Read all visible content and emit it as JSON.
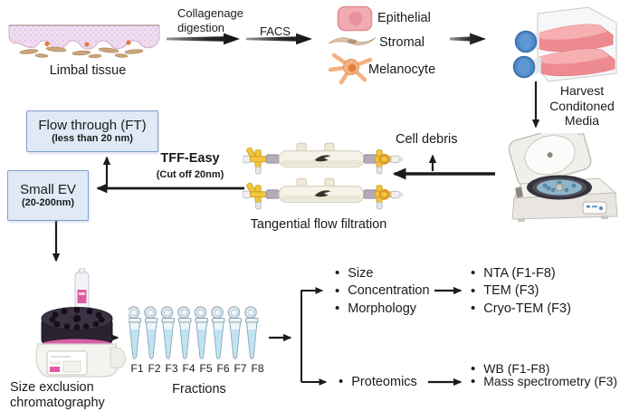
{
  "diagram": {
    "source": {
      "label": "Limbal tissue"
    },
    "steps": {
      "collagenage_line1": "Collagenage",
      "collagenage_line2": "digestion",
      "facs": "FACS"
    },
    "cells": {
      "epithelial": "Epithelial",
      "stromal": "Stromal",
      "melanocyte": "Melanocyte"
    },
    "harvest": {
      "line1": "Harvest",
      "line2": "Conditoned",
      "line3": "Media"
    },
    "tff": {
      "label": "Tangential flow filtration",
      "method": "TFF-Easy",
      "cutoff": "(Cut off 20nm)",
      "cell_debris": "Cell debris"
    },
    "outputs": {
      "flow_through_title": "Flow through (FT)",
      "flow_through_subtitle": "(less than 20 nm)",
      "small_ev_title": "Small EV",
      "small_ev_subtitle": "(20-200nm)"
    },
    "sec": {
      "line1": "Size exclusion",
      "line2": "chromatography"
    },
    "fractions": {
      "label": "Fractions",
      "ids": [
        "F1",
        "F2",
        "F3",
        "F4",
        "F5",
        "F6",
        "F7",
        "F8"
      ]
    },
    "analysis": {
      "properties": [
        "Size",
        "Concentration",
        "Morphology"
      ],
      "property_methods": [
        "NTA (F1-F8)",
        "TEM (F3)",
        "Cryo-TEM (F3)"
      ],
      "proteomics": "Proteomics",
      "proteomics_methods": [
        "WB (F1-F8)",
        "Mass spectrometry (F3)"
      ]
    }
  },
  "icons": {
    "bullet": "•"
  },
  "colors": {
    "arrow": "#1c1c1c",
    "box_fill": "#e0eaf6",
    "box_border": "#7f9fce",
    "tissue_pink": "#efdcef",
    "media_pink": "#ee8b90",
    "cap_blue": "#4d88c8",
    "stopcock_yellow": "#f2c53d",
    "tube_liquid": "#bfe3f2",
    "sec_accent_pink": "#d85fa6",
    "epithelial_pink": "#f3abb2",
    "stromal_tan": "#dcc6ae",
    "melanocyte_orange": "#f4b183"
  }
}
